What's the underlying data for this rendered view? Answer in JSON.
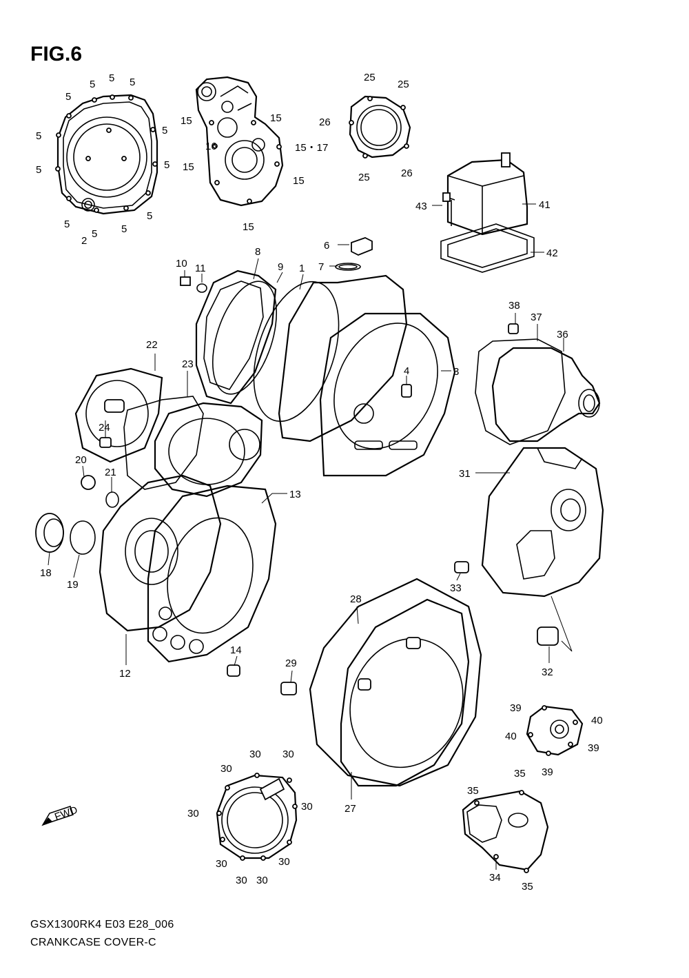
{
  "figure": {
    "title": "FIG.6"
  },
  "footer": {
    "model_code": "GSX1300RK4 E03 E28_006",
    "section_name": "CRANKCASE COVER-C"
  },
  "fwd_arrow_label": "FWD",
  "part_labels": {
    "p1": "1",
    "p2": "2",
    "p3": "3",
    "p4": "4",
    "p6": "6",
    "p7": "7",
    "p8": "8",
    "p9": "9",
    "p10": "10",
    "p11": "11",
    "p12": "12",
    "p13": "13",
    "p14": "14",
    "p16": "16",
    "p18": "18",
    "p19": "19",
    "p20": "20",
    "p21": "21",
    "p22": "22",
    "p23": "23",
    "p24": "24",
    "p27": "27",
    "p28": "28",
    "p29": "29",
    "p31": "31",
    "p32": "32",
    "p33": "33",
    "p34": "34",
    "p36": "36",
    "p37": "37",
    "p38": "38",
    "p41": "41",
    "p42": "42",
    "p43": "43",
    "p5": "5",
    "p15": "15",
    "p15_17": "15・17",
    "p25": "25",
    "p26": "26",
    "p30": "30",
    "p35": "35",
    "p39": "39",
    "p40": "40"
  }
}
